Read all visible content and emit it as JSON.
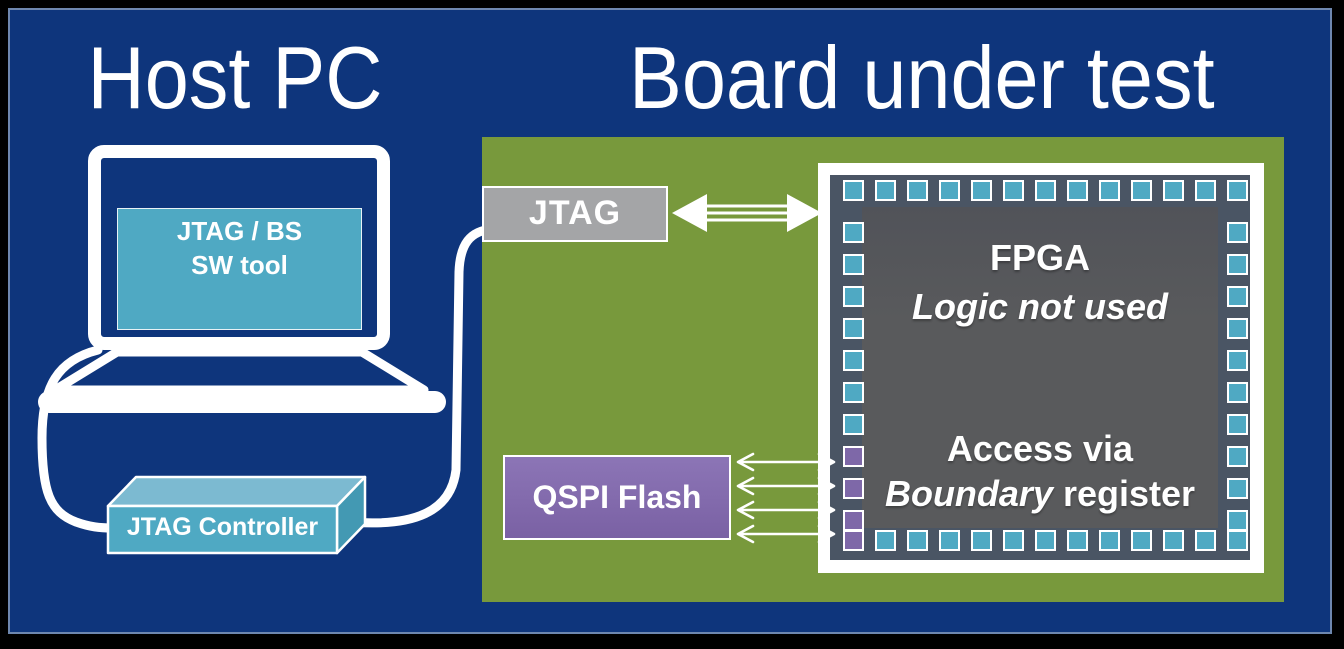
{
  "titles": {
    "host_pc": "Host PC",
    "board_under_test": "Board under test"
  },
  "host": {
    "laptop_app": {
      "line1": "JTAG / BS",
      "line2": "SW tool"
    },
    "controller_label": "JTAG Controller"
  },
  "board": {
    "jtag_connector_label": "JTAG",
    "qspi_label": "QSPI Flash",
    "qspi_signal_count": 4,
    "fpga": {
      "title": "FPGA",
      "subtitle_italic": "Logic not used",
      "access_line1": "Access via",
      "access_line2_italic": "Boundary",
      "access_line2_rest": " register",
      "pins": {
        "top": [
          "teal",
          "teal",
          "teal",
          "teal",
          "teal",
          "teal",
          "teal",
          "teal",
          "teal",
          "teal",
          "teal",
          "teal",
          "teal"
        ],
        "bottom": [
          "purple",
          "teal",
          "teal",
          "teal",
          "teal",
          "teal",
          "teal",
          "teal",
          "teal",
          "teal",
          "teal",
          "teal",
          "teal"
        ],
        "left": [
          "teal",
          "teal",
          "teal",
          "teal",
          "teal",
          "teal",
          "teal",
          "purple",
          "purple",
          "purple"
        ],
        "right": [
          "teal",
          "teal",
          "teal",
          "teal",
          "teal",
          "teal",
          "teal",
          "teal",
          "teal",
          "teal"
        ]
      }
    }
  },
  "colors": {
    "blue": "#0E357C",
    "green": "#78993C",
    "teal": "#4FA9C3",
    "teal_light": "#7CBAD1",
    "teal_dark": "#4399B3",
    "purple": "#7E68A8",
    "purple_light": "#8C75B6",
    "purple_dark": "#7A61A4",
    "slate": "#4A5564",
    "chip_gray": "#595A5C",
    "label_gray": "#A4A5A7",
    "frame_line": "#6E87AF"
  }
}
